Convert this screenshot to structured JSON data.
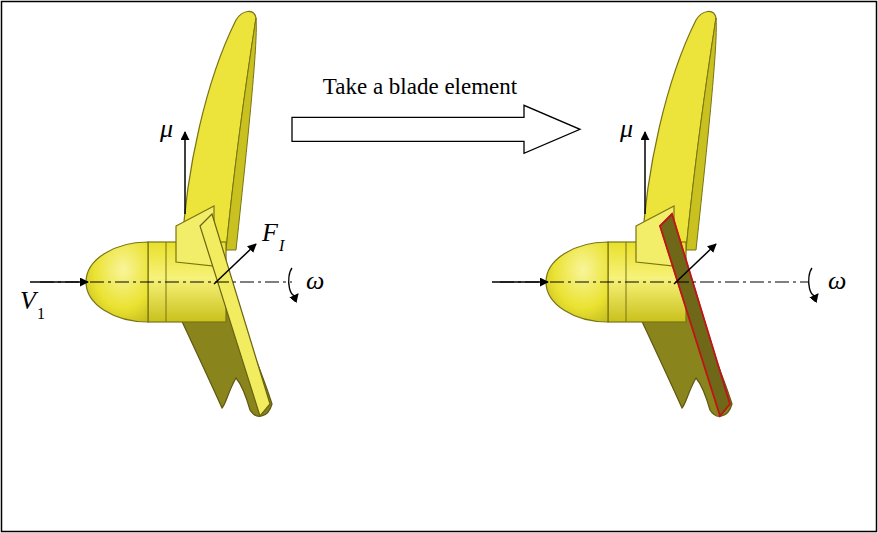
{
  "diagram": {
    "nodes": [
      {
        "text": [
          "Take a blade element"
        ]
      }
    ],
    "labels": [
      "μ",
      "F",
      "I",
      "V",
      "1",
      "ω",
      "μ",
      "ω"
    ]
  }
}
